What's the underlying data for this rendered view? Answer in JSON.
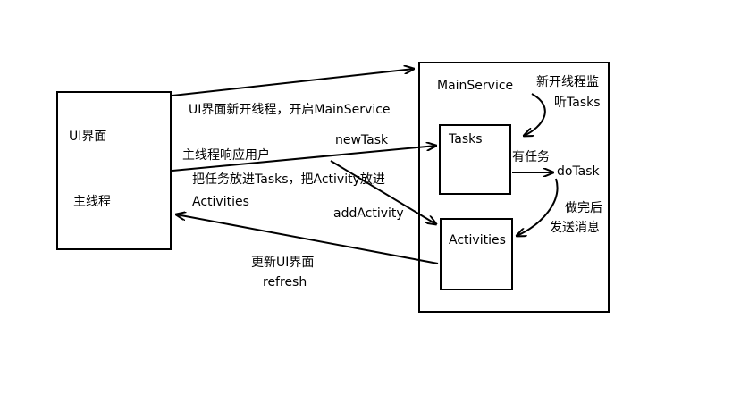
{
  "nodes": {
    "ui": {
      "label_top": "UI界面",
      "label_bottom": "主线程"
    },
    "service": {
      "label": "MainService"
    },
    "tasks": {
      "label": "Tasks"
    },
    "activities": {
      "label": "Activities"
    }
  },
  "edges": {
    "start_service": {
      "label": "UI界面新开线程，开启MainService"
    },
    "new_task": {
      "label_line1": "主线程响应用户",
      "label_line2": "把任务放进Tasks，把Activity放进",
      "label_line3": "Activities",
      "label_new_task": "newTask",
      "label_add_activity": "addActivity"
    },
    "monitor": {
      "label_line1": "新开线程监",
      "label_line2": "听Tasks"
    },
    "has_task": {
      "label": "有任务",
      "target": "doTask"
    },
    "notify": {
      "label_line1": "做完后",
      "label_line2": "发送消息"
    },
    "refresh": {
      "label_line1": "更新UI界面",
      "label_line2": "refresh"
    }
  },
  "colors": {
    "stroke": "#000000",
    "background": "#ffffff"
  }
}
